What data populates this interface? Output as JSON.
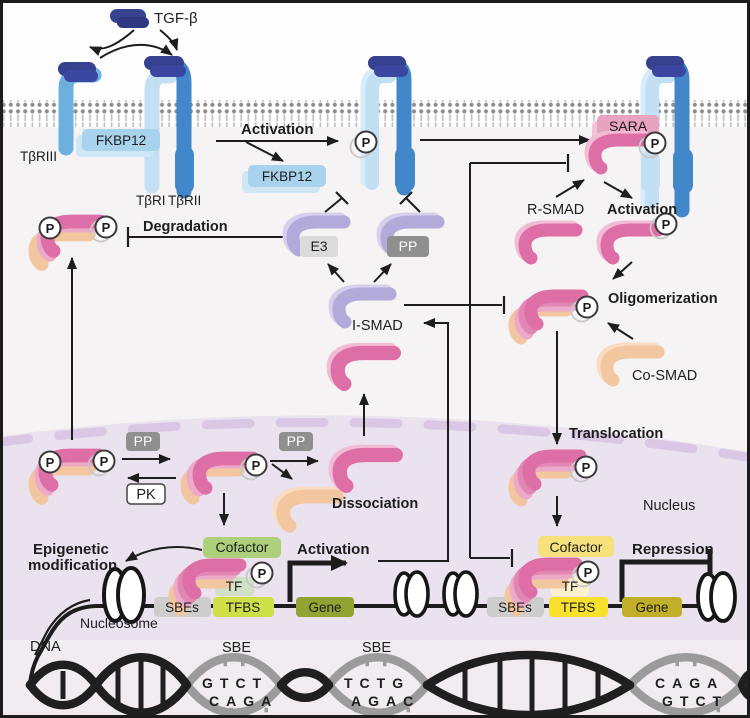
{
  "ligand": {
    "label": "TGF-β"
  },
  "receptors": {
    "tbriii": "TβRIII",
    "tbri": "TβRI",
    "tbrii": "TβRII"
  },
  "fkbp12": {
    "bound": "FKBP12",
    "released": "FKBP12"
  },
  "labels": {
    "activation_receptor": "Activation",
    "sara": "SARA",
    "r_smad": "R-SMAD",
    "activation_smad": "Activation",
    "oligomerization": "Oligomerization",
    "co_smad": "Co-SMAD",
    "translocation": "Translocation",
    "i_smad": "I-SMAD",
    "degradation": "Degradation",
    "dissociation": "Dissociation",
    "nucleus": "Nucleus",
    "epigenetic_line1": "Epigenetic",
    "epigenetic_line2": "modification",
    "activation_gene": "Activation",
    "repression": "Repression",
    "nucleosome": "Nucleosome",
    "dna": "DNA",
    "sbe": "SBE"
  },
  "enzymes": {
    "e3": "E3",
    "pp": "PP",
    "pp_nuclear": "PP",
    "pp_export": "PP",
    "pk": "PK"
  },
  "phospho": {
    "label": "P"
  },
  "gene_activation": {
    "cofactor": "Cofactor",
    "tf": "TF",
    "tfbs": "TFBS",
    "sbes": "SBEs",
    "gene": "Gene"
  },
  "gene_repression": {
    "cofactor": "Cofactor",
    "tf": "TF",
    "tfbs": "TFBS",
    "sbes": "SBEs",
    "gene": "Gene"
  },
  "dna_sites": [
    {
      "top": "GTCT",
      "bottom": "CAGA"
    },
    {
      "top": "TCTG",
      "bottom": "AGAC"
    },
    {
      "top": "CAGA",
      "bottom": "GTCT"
    }
  ],
  "colors": {
    "ligand_blue": "#36418f",
    "receptor_blue": "#4187ca",
    "receptor_pale": "#c2dff4",
    "receptor_light": "#6db0e0",
    "fkbp_box": "#a9d2ed",
    "sara_pink": "#e8a3c1",
    "smad_pink": "#de6fa6",
    "cosmad_tan": "#f2c7a0",
    "ismad_purple": "#b2aad8",
    "gray_box": "#8f8f8f",
    "e3_box": "#dbdbdb",
    "sbes_gray": "#cdcdcd",
    "cofactor_green": "#afd07b",
    "tf_green": "#d1e1c7",
    "tfbs_green": "#cedf48",
    "gene_green": "#92a331",
    "cofactor_yellow": "#f6e17c",
    "tf_yellow": "#fbf2cd",
    "tfbs_yellow": "#f8e12e",
    "gene_yellow": "#c1af29",
    "nucleus_fill": "#eae2ef",
    "cytoplasm_fill": "#f5f3f4",
    "membrane_gray": "#8e8e8e",
    "sbe_gray": "#9b9b9b"
  }
}
